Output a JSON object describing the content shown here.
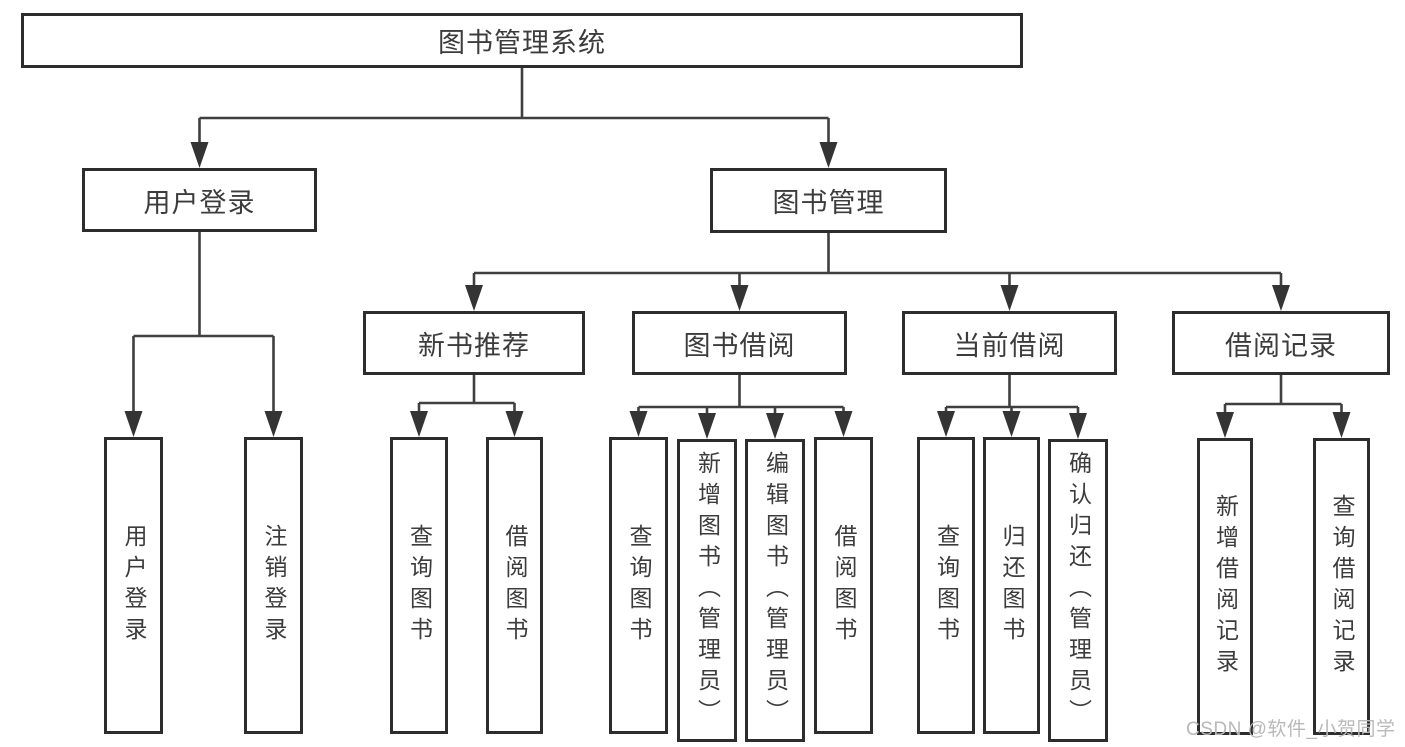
{
  "title": "图书管理系统",
  "tree": {
    "label": "图书管理系统",
    "children": [
      {
        "label": "用户登录",
        "children": [
          {
            "label": "用户登录"
          },
          {
            "label": "注销登录"
          }
        ]
      },
      {
        "label": "图书管理",
        "children": [
          {
            "label": "新书推荐",
            "children": [
              {
                "label": "查询图书"
              },
              {
                "label": "借阅图书"
              }
            ]
          },
          {
            "label": "图书借阅",
            "children": [
              {
                "label": "查询图书"
              },
              {
                "label": "新增图书（管理员）"
              },
              {
                "label": "编辑图书（管理员）"
              },
              {
                "label": "借阅图书"
              }
            ]
          },
          {
            "label": "当前借阅",
            "children": [
              {
                "label": "查询图书"
              },
              {
                "label": "归还图书"
              },
              {
                "label": "确认归还（管理员）"
              }
            ]
          },
          {
            "label": "借阅记录",
            "children": [
              {
                "label": "新增借阅记录"
              },
              {
                "label": "查询借阅记录"
              }
            ]
          }
        ]
      }
    ]
  },
  "watermark": {
    "text": "CSDN @软件_小贺同学"
  },
  "colors": {
    "background": "#ffffff",
    "box_border": "#2d2d2d",
    "line": "#3f3f3f",
    "text": "#3c3c3c",
    "watermark": "#b9b9b9"
  }
}
